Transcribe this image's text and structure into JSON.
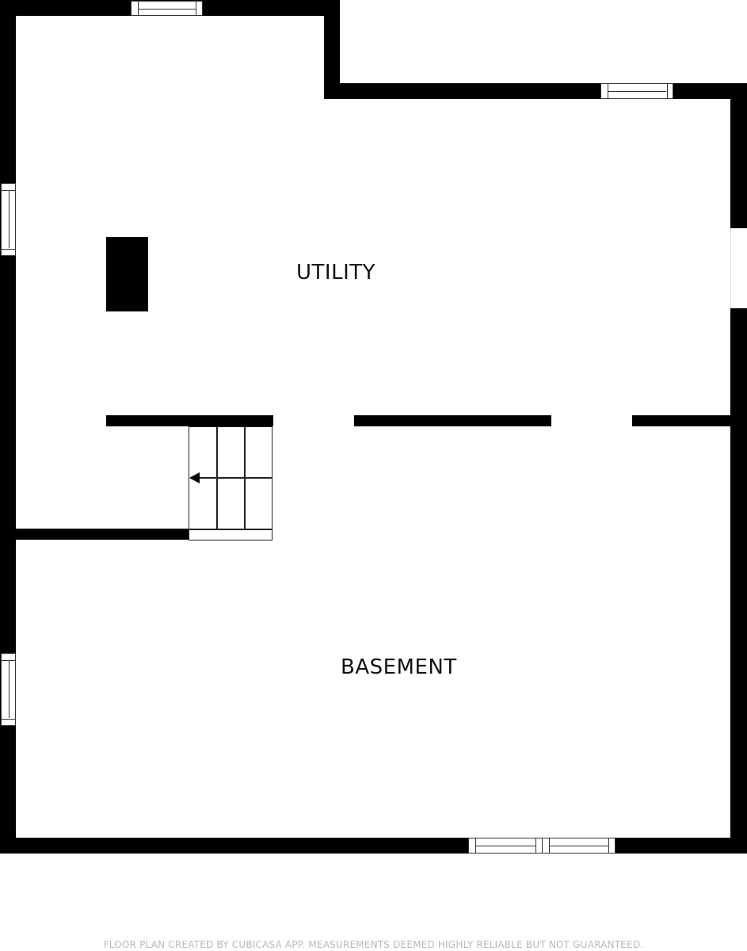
{
  "floor_plan": {
    "rooms": [
      {
        "id": "utility",
        "label": "UTILITY"
      },
      {
        "id": "basement",
        "label": "BASEMENT"
      }
    ],
    "fixtures": {
      "stairs": {
        "direction": "left"
      },
      "chimney": true
    },
    "windows": [
      {
        "wall": "top-left"
      },
      {
        "wall": "top-right"
      },
      {
        "wall": "left-upper"
      },
      {
        "wall": "left-lower"
      },
      {
        "wall": "bottom-double"
      }
    ],
    "colors": {
      "wall": "#000000",
      "background": "#ffffff",
      "footer_text": "#b9b9b9"
    }
  },
  "footer": {
    "disclaimer": "FLOOR PLAN CREATED BY CUBICASA APP. MEASUREMENTS DEEMED HIGHLY RELIABLE BUT NOT GUARANTEED."
  }
}
